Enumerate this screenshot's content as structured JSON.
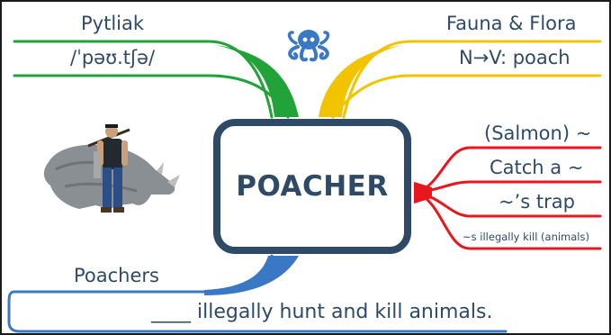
{
  "center": {
    "title": "POACHER"
  },
  "branches": {
    "top_left": {
      "label": "Pytliak",
      "sub": "/ˈpəʊ.tʃə/",
      "color": "#22a33a"
    },
    "top_right": {
      "label": "Fauna & Flora",
      "sub": "N→V: poach",
      "color": "#f2c400"
    },
    "right": {
      "color": "#e8161d",
      "items": [
        "(Salmon) ~",
        "Catch a ~",
        "~’s trap",
        "~s illegally kill (animals)"
      ]
    },
    "bottom_left": {
      "label": "Poachers",
      "sentence": "____ illegally hunt and kill animals.",
      "color": "#3a78c6"
    }
  },
  "icons": {
    "logo": "octopus-icon",
    "picture": "poacher-with-rhino"
  },
  "colors": {
    "text": "#2e4a66",
    "logo": "#3a78c6"
  }
}
